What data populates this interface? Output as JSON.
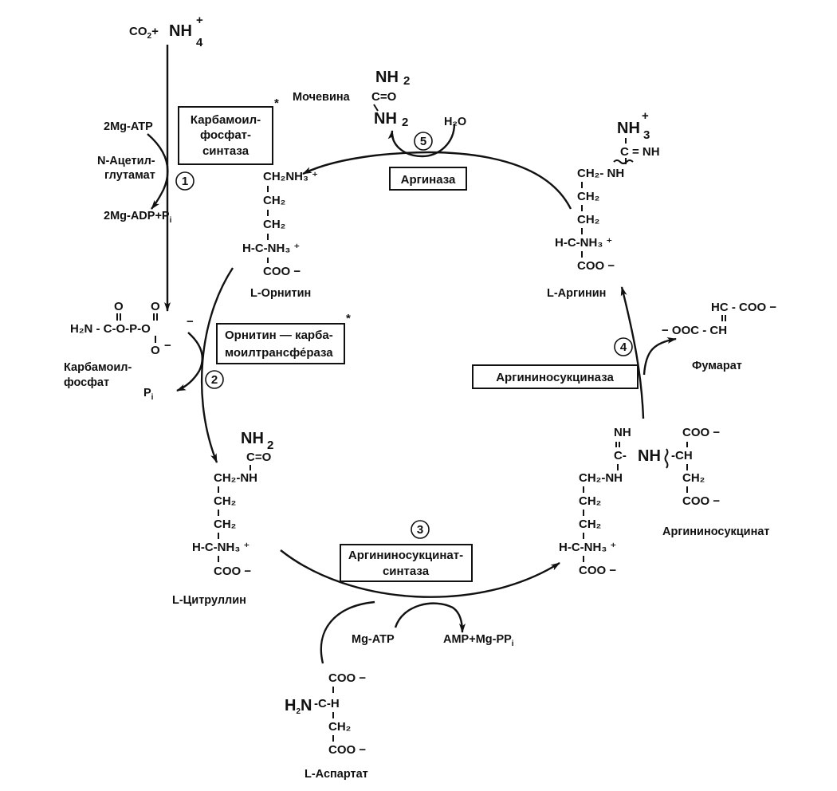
{
  "title": "Цикл мочевины",
  "inputs": {
    "co2_nh4": {
      "co2": "CO",
      "co2_sub": "2",
      "plus": "+",
      "nh": "NH",
      "nh_sub": "4",
      "charge": "+"
    }
  },
  "steps": [
    {
      "number": "1",
      "enzyme_lines": [
        "Карбамоил-",
        "фосфат-",
        "синтаза"
      ],
      "marker": "*",
      "cofactors": {
        "in": "2Mg-ATP",
        "activator_lines": [
          "N-Ацетил-",
          "глутамат"
        ],
        "out": "2Mg-ADP+P",
        "out_sub": "i"
      }
    },
    {
      "number": "2",
      "enzyme_lines": [
        "Орнитин — карба-",
        "моилтрансфе́раза"
      ],
      "marker": "*",
      "cofactors": {
        "out": "P",
        "out_sub": "i"
      }
    },
    {
      "number": "3",
      "enzyme_lines": [
        "Аргининосукцинат-",
        "синтаза"
      ],
      "cofactors": {
        "in": "Mg-ATP",
        "out": "AMP+Mg-PP",
        "out_sub": "i"
      }
    },
    {
      "number": "4",
      "enzyme_lines": [
        "Аргининосукциназа"
      ]
    },
    {
      "number": "5",
      "enzyme_lines": [
        "Аргиназа"
      ],
      "cofactors": {
        "in": "H₂O"
      }
    }
  ],
  "compounds": {
    "carbamoyl_phosphate": {
      "name_lines": [
        "Карбамоил-",
        "фосфат"
      ],
      "formula_main": "H₂N - C-O-P-O",
      "top_o1": "O",
      "top_o2": "O",
      "bottom_o": "O",
      "charge": "−"
    },
    "ornithine": {
      "name": "L-Орнитин",
      "rows": [
        "CH₂NH₃ ⁺",
        "CH₂",
        "CH₂",
        "H-C-NH₃ ⁺",
        "COO −"
      ]
    },
    "citrulline": {
      "name": "L-Цитруллин",
      "top": "NH",
      "top_sub": "2",
      "co": "C=O",
      "rows": [
        "CH₂-NH",
        "CH₂",
        "CH₂",
        "H-C-NH₃ ⁺",
        "COO −"
      ]
    },
    "aspartate": {
      "name": "L-Аспартат",
      "rows": [
        "COO −",
        "H₂N-C-H",
        "CH₂",
        "COO −"
      ]
    },
    "argininosuccinate": {
      "name": "Аргининосукцинат",
      "left_rows": [
        "NH",
        "C- NH",
        "CH₂-NH",
        "CH₂",
        "CH₂",
        "H-C-NH₃ ⁺",
        "COO −"
      ],
      "right_rows": [
        "COO −",
        "CH",
        "CH₂",
        "COO −"
      ]
    },
    "fumarate": {
      "name": "Фумарат",
      "row1": "HC - COO −",
      "row2": "− OOC - CH"
    },
    "arginine": {
      "name": "L-Аргинин",
      "top": "NH",
      "top_sub": "3",
      "top_charge": "+",
      "rows": [
        "C = NH",
        "CH₂- NH",
        "CH₂",
        "CH₂",
        "H-C-NH₃ ⁺",
        "COO −"
      ]
    },
    "urea": {
      "name": "Мочевина",
      "top": "NH",
      "top_sub": "2",
      "mid": "C=O",
      "bottom": "NH",
      "bottom_sub": "2"
    }
  }
}
